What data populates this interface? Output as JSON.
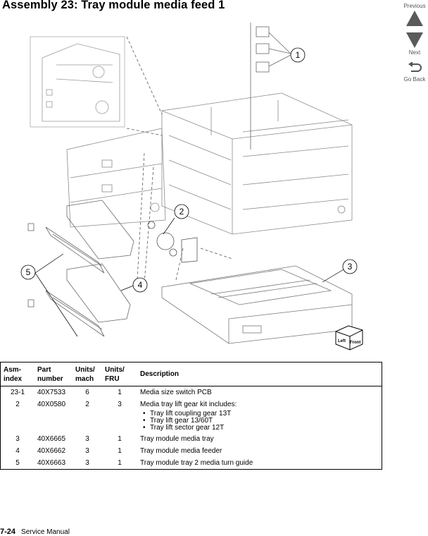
{
  "page": {
    "title": "Assembly 23:  Tray module media feed 1"
  },
  "navigation": {
    "previous_label": "Previous",
    "next_label": "Next",
    "go_back_label": "Go Back"
  },
  "figure": {
    "callouts": [
      "1",
      "2",
      "3",
      "4",
      "5"
    ],
    "box_text": [
      "Left",
      "Front"
    ]
  },
  "table": {
    "headers": [
      "Asm-\nindex",
      "Part\nnumber",
      "Units/\nmach",
      "Units/\nFRU",
      "Description"
    ],
    "rows": [
      {
        "asm": "23-1",
        "part": "40X7533",
        "mach": "6",
        "fru": "1",
        "desc": "Media size switch PCB"
      },
      {
        "asm": "2",
        "part": "40X0580",
        "mach": "2",
        "fru": "3",
        "desc": "Media tray lift gear kit includes:",
        "sub": [
          "Tray lift coupling gear 13T",
          "Tray lift gear 13/60T",
          "Tray lift sector gear 12T"
        ]
      },
      {
        "asm": "3",
        "part": "40X6665",
        "mach": "3",
        "fru": "1",
        "desc": "Tray module media tray"
      },
      {
        "asm": "4",
        "part": "40X6662",
        "mach": "3",
        "fru": "1",
        "desc": "Tray module media feeder"
      },
      {
        "asm": "5",
        "part": "40X6663",
        "mach": "3",
        "fru": "1",
        "desc": "Tray module tray 2 media turn guide"
      }
    ]
  },
  "footer": {
    "page_number": "7-24",
    "manual": "Service Manual"
  }
}
